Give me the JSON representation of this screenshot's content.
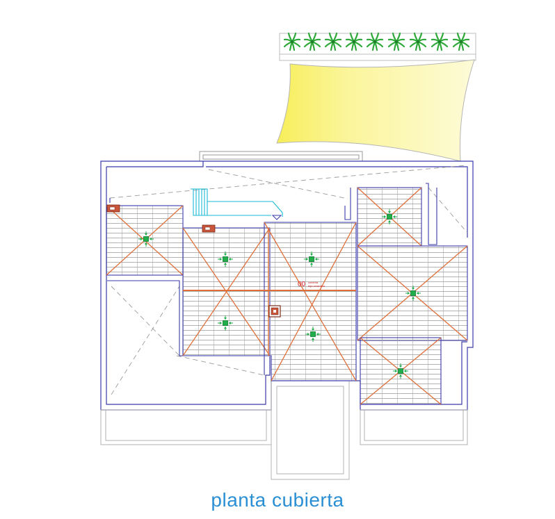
{
  "title": "planta cubierta",
  "labels": {
    "roof_mark": "00",
    "roof_note_1": "cubierta",
    "roof_note_2": "teja ceramica"
  },
  "colors": {
    "outline": "#3a3aa8",
    "ridge": "#e0703a",
    "tile_hatch": "#8a8a8a",
    "drain": "#1fae4a",
    "stair": "#19b8d6",
    "awning_fill": "#fbf6a0",
    "plant": "#3fc44b",
    "caption": "#2a8fd4",
    "chimney": "#a8402a",
    "dashed": "#9a9a9a"
  },
  "icons": {
    "drain": "drain-arrows-icon",
    "chimney": "chimney-icon",
    "plant": "palm-plant-icon"
  }
}
